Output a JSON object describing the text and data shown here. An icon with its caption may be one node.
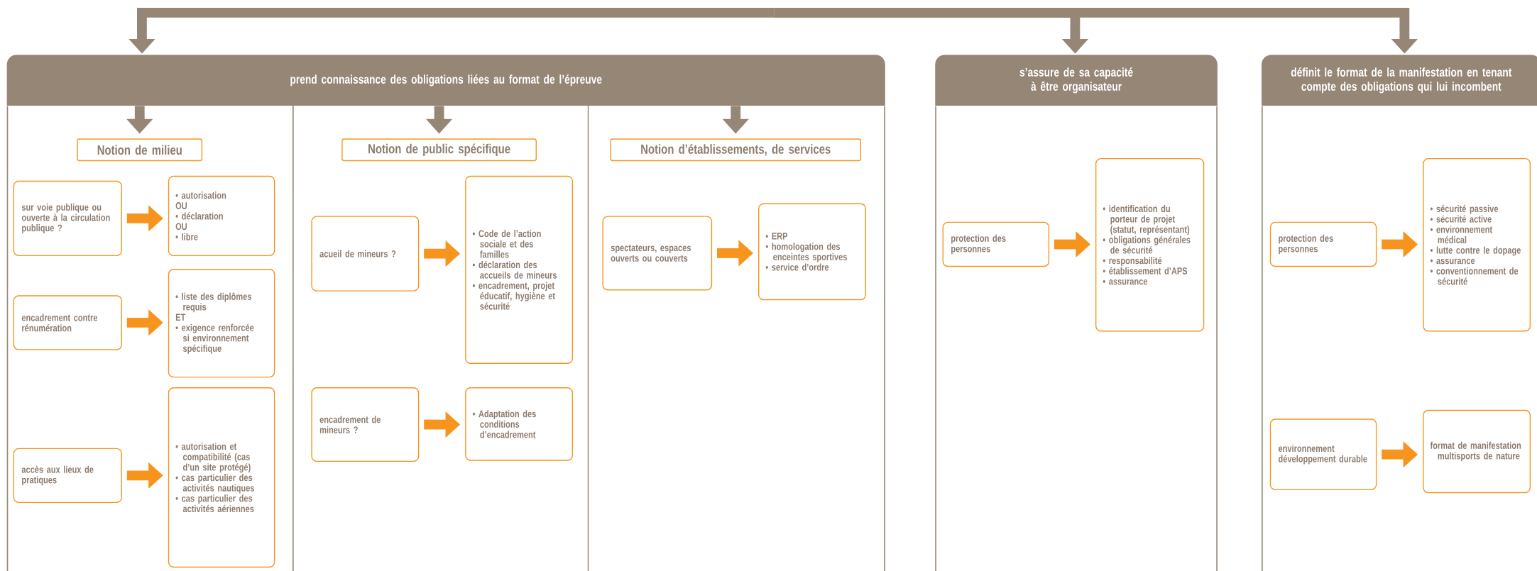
{
  "diagram": {
    "nodes": [
      {
        "text": [
          "prend connaissance des obligations liées au format de l’épreuve"
        ]
      },
      {
        "text": [
          "s’assure de sa capacité à être organisateur"
        ]
      },
      {
        "text": [
          "définit le format de la manifestation en tenant compte des obligations qui lui incombent"
        ]
      },
      {
        "text": [
          "Notion de milieu"
        ]
      },
      {
        "text": [
          "Notion de public spécifique"
        ]
      },
      {
        "text": [
          "Notion d’établissements, de services"
        ]
      },
      {
        "text": [
          "sur voie publique ou ouverte à la circulation publique ?"
        ]
      },
      {
        "text": [
          "• autorisation",
          "OU",
          "• déclaration",
          "OU",
          "• libre"
        ]
      },
      {
        "text": [
          "encadrement contre rénumération"
        ]
      },
      {
        "text": [
          "• liste des diplômes requis",
          "ET",
          "• exigence renforcée si environnement spécifique"
        ]
      },
      {
        "text": [
          "accès aux lieux de pratiques"
        ]
      },
      {
        "text": [
          "• autorisation et compatibilité (cas d’un site protégé)",
          "• cas particulier des activités nautiques",
          "• cas particulier des activités aériennes"
        ]
      },
      {
        "text": [
          "acueil de mineurs ?"
        ]
      },
      {
        "text": [
          "• Code de l’action sociale et des familles",
          "• déclaration des accueils de mineurs",
          "• encadrement, projet éducatif, hygiène et sécurité"
        ]
      },
      {
        "text": [
          "encadrement de mineurs ?"
        ]
      },
      {
        "text": [
          "• Adaptation des conditions d’encadrement"
        ]
      },
      {
        "text": [
          "spectateurs, espaces ouverts ou couverts"
        ]
      },
      {
        "text": [
          "• ERP",
          "• homologation des enceintes sportives",
          "• service d’ordre"
        ]
      },
      {
        "text": [
          "protection des personnes"
        ]
      },
      {
        "text": [
          "• identification du porteur de projet (statut, représentant)",
          "• obligations générales de sécurité",
          "• responsabilité",
          "• établissement d’APS",
          "• assurance"
        ]
      },
      {
        "text": [
          "protection des personnes"
        ]
      },
      {
        "text": [
          "• sécurité passive",
          "• sécurité active",
          "• environnement médical",
          "• lutte contre le dopage",
          "• assurance",
          "• conventionnement de sécurité"
        ]
      },
      {
        "text": [
          "environnement développement durable"
        ]
      },
      {
        "text": [
          "format de manifestation multisports de nature"
        ]
      }
    ],
    "edges": [
      {
        "from": null,
        "to": 0,
        "arrow": "to",
        "color": "#968676"
      },
      {
        "from": null,
        "to": 1,
        "arrow": "to",
        "color": "#968676"
      },
      {
        "from": null,
        "to": 2,
        "arrow": "to",
        "color": "#968676"
      },
      {
        "from": 0,
        "to": 3,
        "arrow": "to",
        "color": "#968676"
      },
      {
        "from": 0,
        "to": 4,
        "arrow": "to",
        "color": "#968676"
      },
      {
        "from": 0,
        "to": 5,
        "arrow": "to",
        "color": "#968676"
      },
      {
        "from": 6,
        "to": 7,
        "arrow": "to"
      },
      {
        "from": 8,
        "to": 9,
        "arrow": "to"
      },
      {
        "from": 10,
        "to": 11,
        "arrow": "to"
      },
      {
        "from": 12,
        "to": 13,
        "arrow": "to"
      },
      {
        "from": 14,
        "to": 15,
        "arrow": "to"
      },
      {
        "from": 16,
        "to": 17,
        "arrow": "to"
      },
      {
        "from": 18,
        "to": 19,
        "arrow": "to"
      },
      {
        "from": 20,
        "to": 21,
        "arrow": "to"
      },
      {
        "from": 22,
        "to": 23,
        "arrow": "to"
      }
    ]
  }
}
